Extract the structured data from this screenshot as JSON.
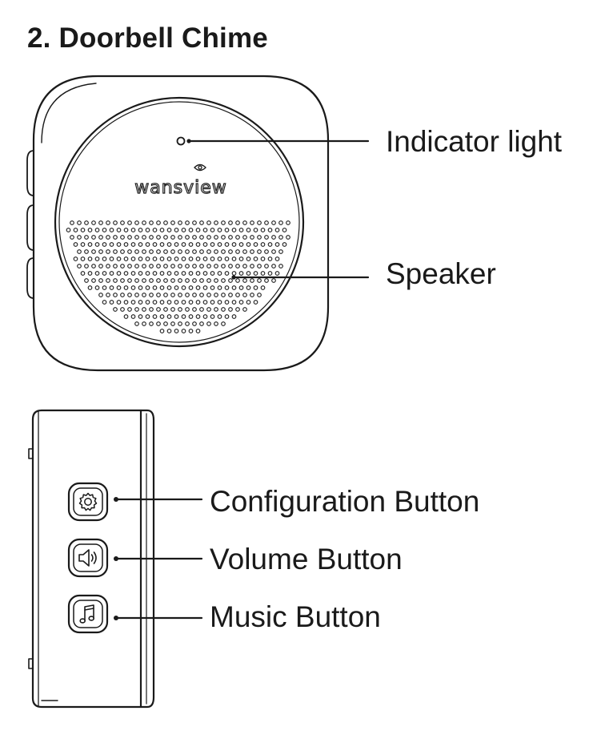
{
  "title": "2. Doorbell Chime",
  "brand_logo_text": "wansview",
  "front_view": {
    "callouts": [
      {
        "id": "indicator",
        "label": "Indicator light"
      },
      {
        "id": "speaker",
        "label": "Speaker"
      }
    ]
  },
  "side_view": {
    "callouts": [
      {
        "id": "config",
        "label": "Configuration Button",
        "icon": "gear-icon"
      },
      {
        "id": "volume",
        "label": "Volume Button",
        "icon": "speaker-volume-icon"
      },
      {
        "id": "music",
        "label": "Music Button",
        "icon": "music-note-icon"
      }
    ]
  },
  "colors": {
    "line": "#1a1a1a",
    "background": "#ffffff"
  }
}
